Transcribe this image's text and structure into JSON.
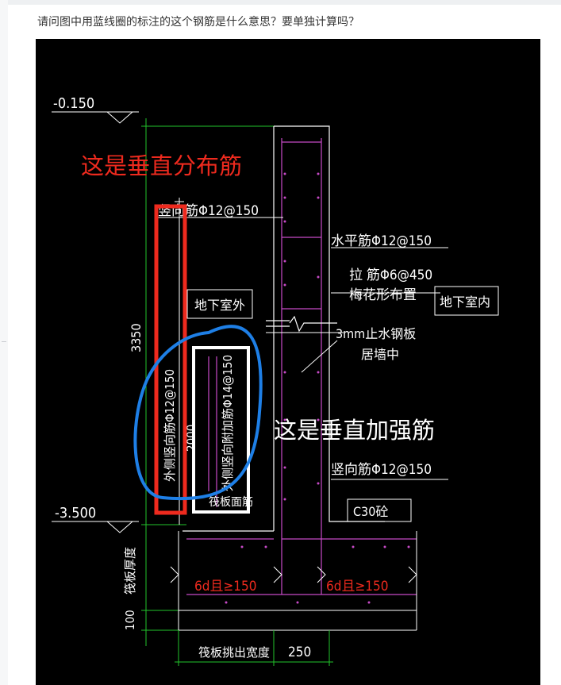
{
  "question": "请问图中用蓝线圈的标注的这个钢筋是什么意思？要单独计算吗？",
  "drawing": {
    "elev_top": "-0.150",
    "elev_bottom": "-3.500",
    "dim_3350": "3350",
    "dim_2000": "2000",
    "dim_100": "100",
    "dim_250": "250",
    "raft_thickness": "筏板厚度",
    "raft_width": "筏板挑出宽度",
    "vert_rebar_top": "竖向筋Φ12@150",
    "vert_rebar_mid": "竖向筋Φ12@150",
    "horiz_rebar": "水平筋Φ12@150",
    "tie_rebar": "拉  筋Φ6@450",
    "tie_layout": "梅花形布置",
    "outside_label": "地下室外",
    "inside_label": "地下室内",
    "waterstop": "3mm止水钢板",
    "waterstop_pos": "居墙中",
    "outer_vert": "外侧竖向筋Φ12@150",
    "outer_add": "外侧竖向附加筋Φ14@150",
    "raft_top": "筏板面筋",
    "concrete": "C30砼",
    "anchor_left": "6d且≥150",
    "anchor_right": "6d且≥150"
  },
  "annotations": {
    "red_text": "这是垂直分布筋",
    "white_text": "这是垂直加强筋",
    "colors": {
      "red": "#ee2a1e",
      "white": "#ffffff",
      "blue": "#1e7fe6",
      "green": "#22c32b",
      "magenta": "#c74ac7"
    }
  }
}
